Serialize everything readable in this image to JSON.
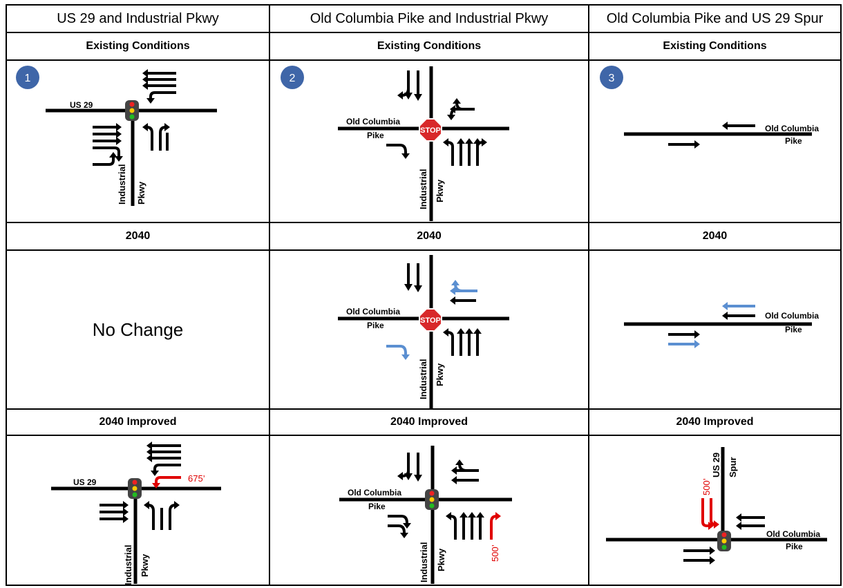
{
  "columns": [
    {
      "title": "US 29 and Industrial Pkwy"
    },
    {
      "title": "Old Columbia Pike and Industrial Pkwy"
    },
    {
      "title": "Old Columbia Pike and US 29 Spur"
    }
  ],
  "row_headers": {
    "existing": "Existing Conditions",
    "future": "2040",
    "improved": "2040 Improved"
  },
  "badges": [
    "1",
    "2",
    "3"
  ],
  "no_change_text": "No Change",
  "road_labels": {
    "us29": "US 29",
    "industrial_line1": "Industrial",
    "industrial_line2": "Pkwy",
    "ocp_line1": "Old Columbia",
    "ocp_line2": "Pike",
    "us29_spur_line1": "US 29",
    "us29_spur_line2": "Spur",
    "stop": "STOP"
  },
  "storage_lengths": {
    "us29_eb_left": "675’",
    "ocp_nb_right": "500’",
    "spur_sb": "500’"
  },
  "colors": {
    "existing_lane": "#000000",
    "new_lane": "#5b8fd1",
    "improvement": "#e00000",
    "badge": "#3f66a8",
    "stop_sign": "#d8282a"
  }
}
